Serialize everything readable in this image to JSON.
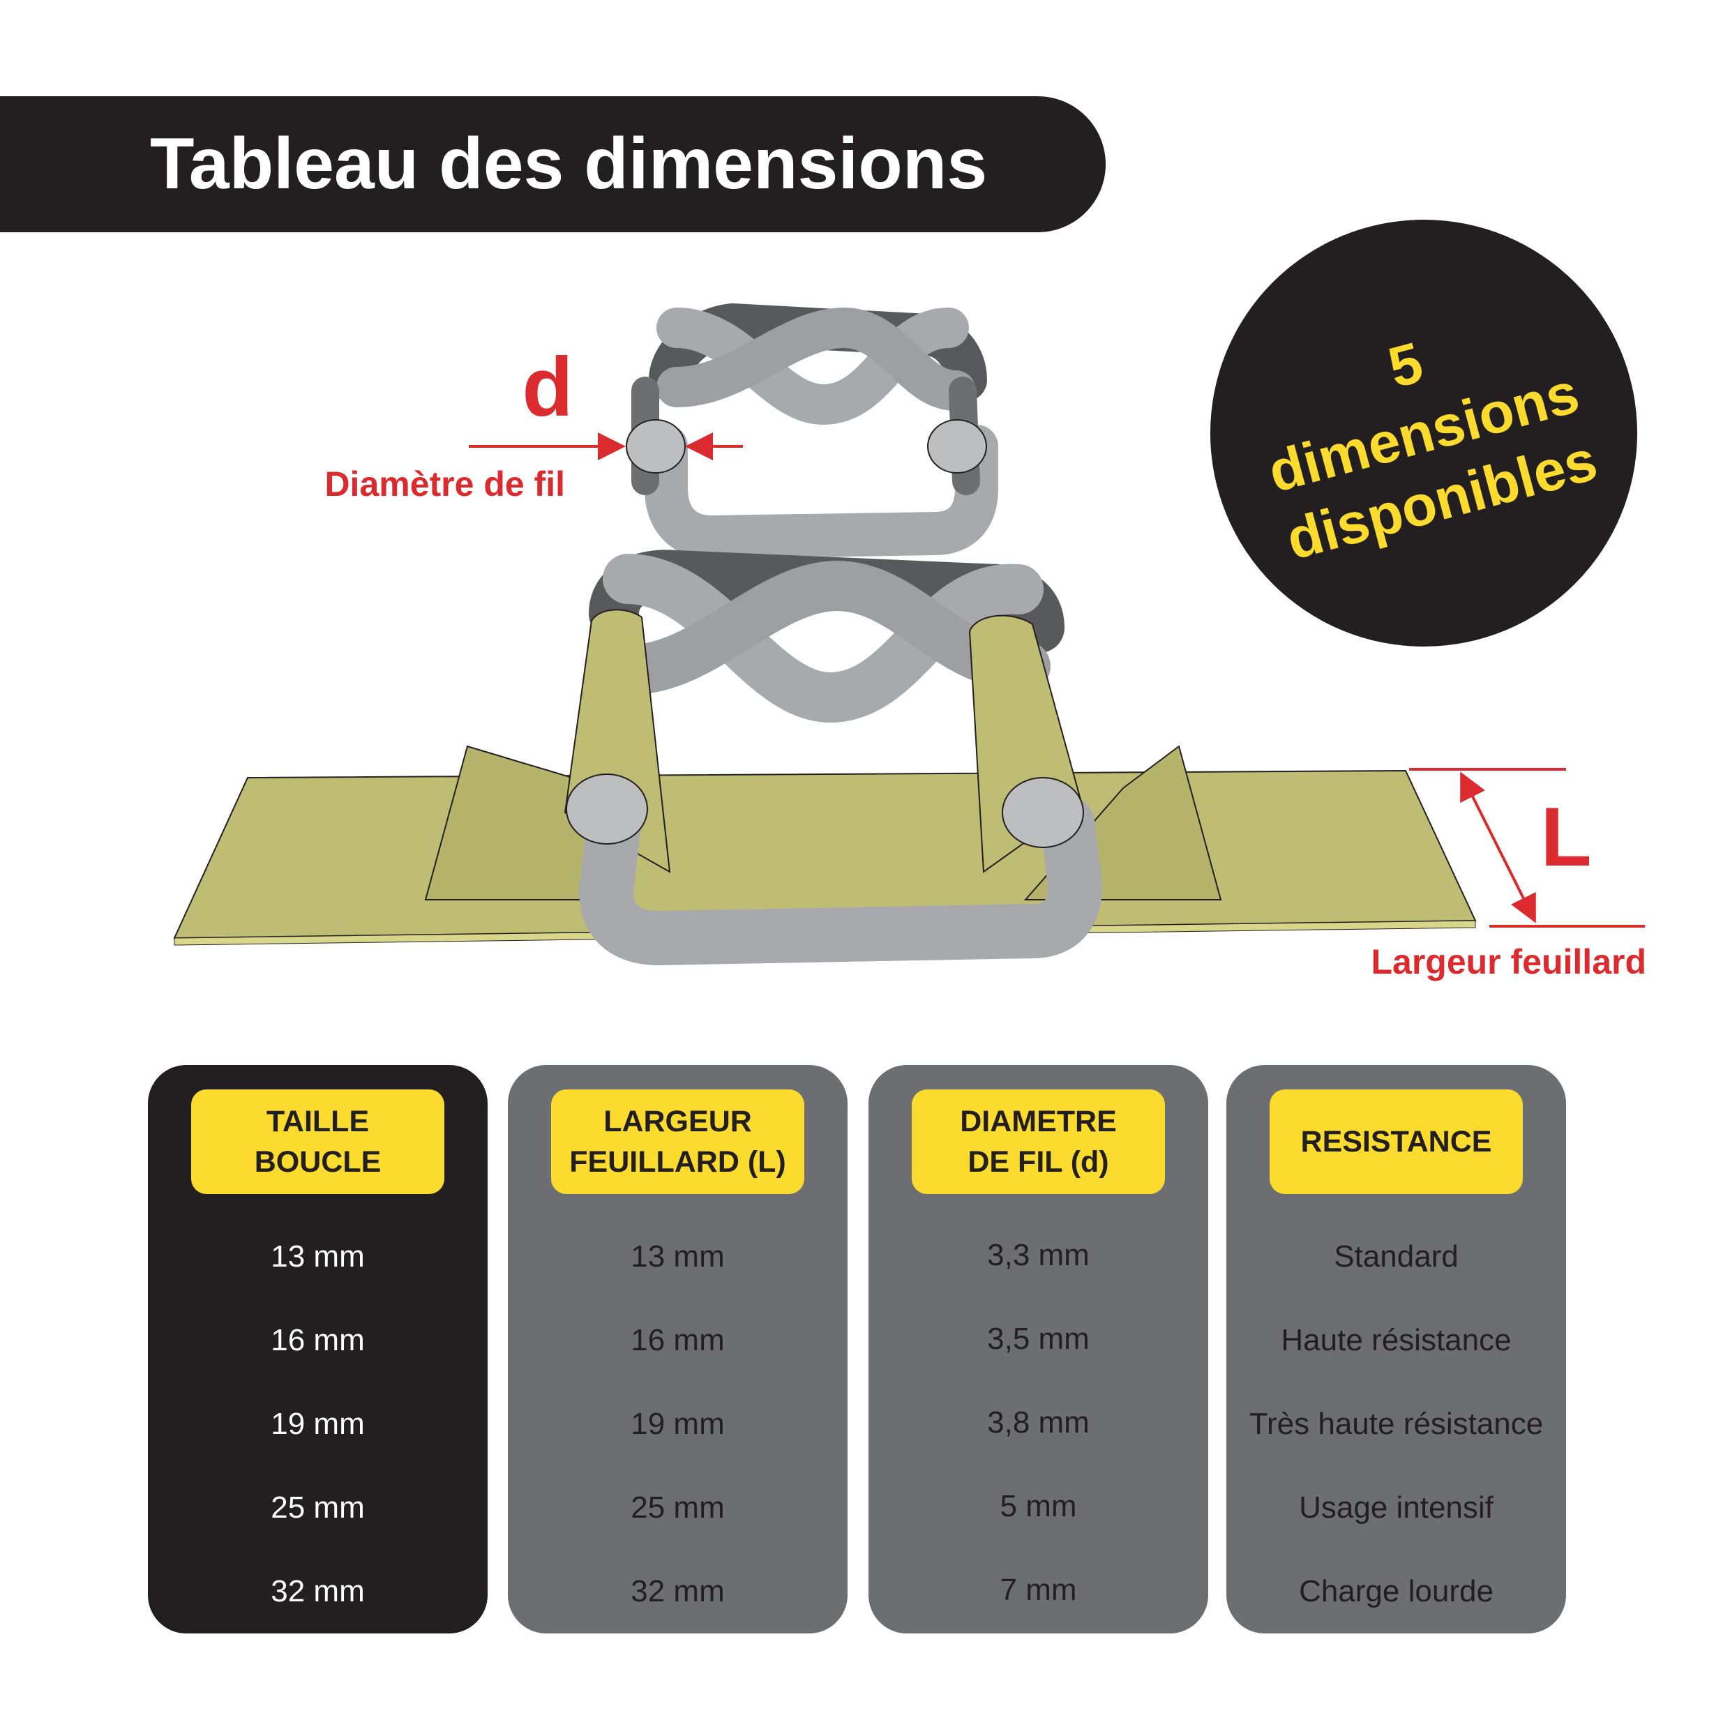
{
  "title": "Tableau des dimensions",
  "badge": {
    "line1": "5",
    "line2": "dimensions",
    "line3": "disponibles"
  },
  "diagram": {
    "d_label": "d",
    "d_caption": "Diamètre de fil",
    "l_label": "L",
    "l_caption": "Largeur feuillard"
  },
  "table": {
    "columns": [
      {
        "header": "TAILLE\nBOUCLE",
        "values": [
          "13 mm",
          "16 mm",
          "19 mm",
          "25 mm",
          "32 mm"
        ]
      },
      {
        "header": "LARGEUR\nFEUILLARD (L)",
        "values": [
          "13 mm",
          "16 mm",
          "19 mm",
          "25 mm",
          "32 mm"
        ]
      },
      {
        "header": "DIAMETRE\nDE FIL (d)",
        "values": [
          "3,3 mm",
          "3,5 mm",
          "3,8 mm",
          "5 mm",
          "7 mm"
        ]
      },
      {
        "header": "RESISTANCE",
        "values": [
          "Standard",
          "Haute résistance",
          "Très haute résistance",
          "Usage intensif",
          "Charge lourde"
        ]
      }
    ]
  },
  "colors": {
    "dark": "#231f20",
    "grey_panel": "#6d6e71",
    "accent_yellow": "#fbdc2e",
    "label_red": "#db2b2f",
    "strap_olive": "#bfbd73",
    "wire_grey": "#a7a9ac"
  }
}
